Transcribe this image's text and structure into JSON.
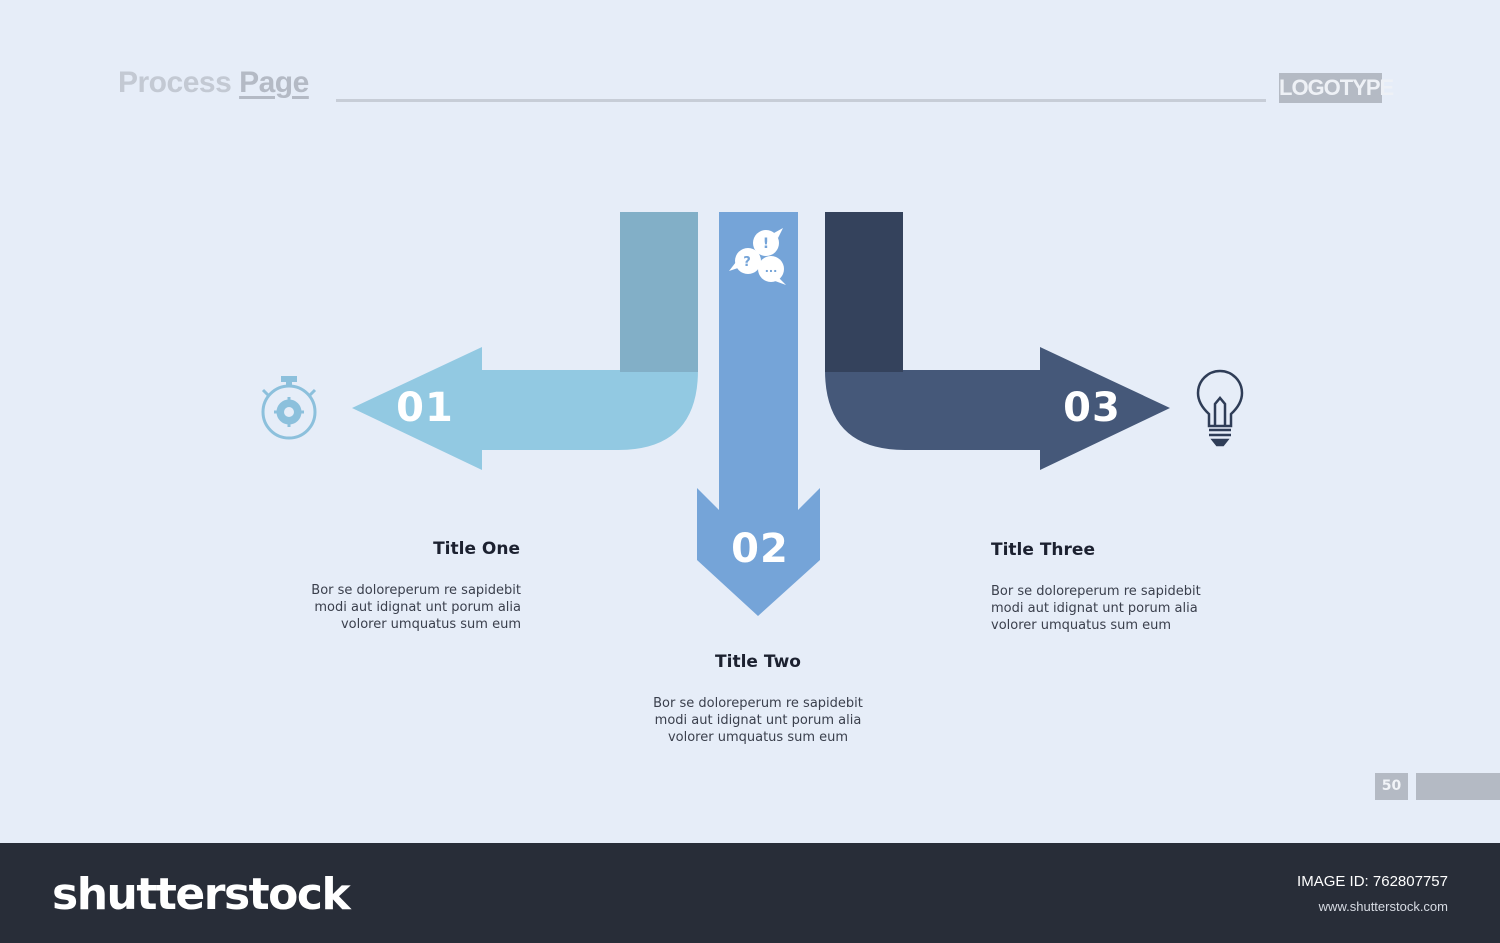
{
  "header": {
    "title_word1": "Process",
    "title_word2": "Page",
    "logotype": "LOGOTYPE"
  },
  "steps": [
    {
      "number": "01",
      "title": "Title One",
      "description": "Bor se doloreperum re sapidebit modi aut idignat unt porum alia volorer umquatus sum eum",
      "icon": "stopwatch-icon",
      "color": "#92c9e2"
    },
    {
      "number": "02",
      "title": "Title Two",
      "description": "Bor se doloreperum re sapidebit modi aut idignat unt porum alia volorer umquatus sum eum",
      "icon": "speech-bubbles-icon",
      "color": "#75a4d8"
    },
    {
      "number": "03",
      "title": "Title Three",
      "description": "Bor se doloreperum re sapidebit modi aut idignat unt porum alia volorer umquatus sum eum",
      "icon": "lightbulb-icon",
      "color": "#455879"
    }
  ],
  "page_number": "50",
  "footer": {
    "brand": "shutterstock",
    "image_id_label": "IMAGE ID:",
    "image_id": "762807757",
    "site": "www.shutterstock.com"
  },
  "colors": {
    "background": "#e6edf8",
    "arrow1_stem": "#82afc7",
    "arrow1": "#92c9e2",
    "arrow2": "#75a4d8",
    "arrow3_stem": "#34425c",
    "arrow3": "#455879",
    "footer": "#282d38"
  }
}
